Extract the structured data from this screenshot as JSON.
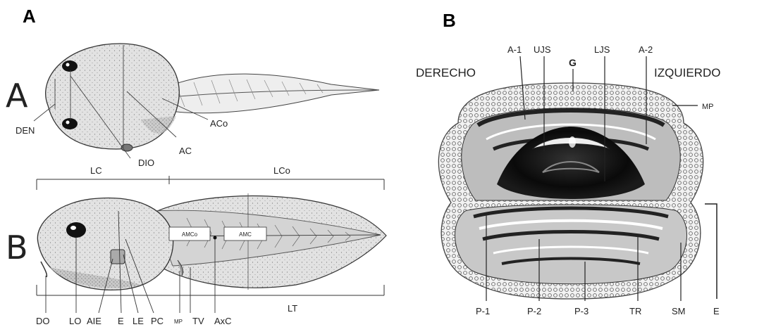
{
  "panel_a": {
    "letter": "A",
    "views": {
      "dorsal": "A",
      "lateral": "B"
    },
    "dorsal_labels": {
      "den": "DEN",
      "dio": "DIO",
      "ac": "AC",
      "aco": "ACo"
    },
    "lateral_labels": {
      "lc": "LC",
      "lco": "LCo",
      "lt": "LT",
      "do": "DO",
      "lo": "LO",
      "aie": "AIE",
      "e": "E",
      "le": "LE",
      "pc": "PC",
      "mp": "MP",
      "tv": "TV",
      "axc": "AxC",
      "amco": "AMCo",
      "amc": "AMC"
    }
  },
  "panel_b": {
    "letter": "B",
    "side_right": "DERECHO",
    "side_left": "IZQUIERDO",
    "labels": {
      "a1": "A-1",
      "ujs": "UJS",
      "g": "G",
      "ljs": "LJS",
      "a2": "A-2",
      "mp": "MP",
      "p1": "P-1",
      "p2": "P-2",
      "p3": "P-3",
      "tr": "TR",
      "sm": "SM",
      "e": "E"
    }
  },
  "colors": {
    "body_fill": "#dcdcdc",
    "ink": "#222222",
    "dark": "#111111"
  }
}
